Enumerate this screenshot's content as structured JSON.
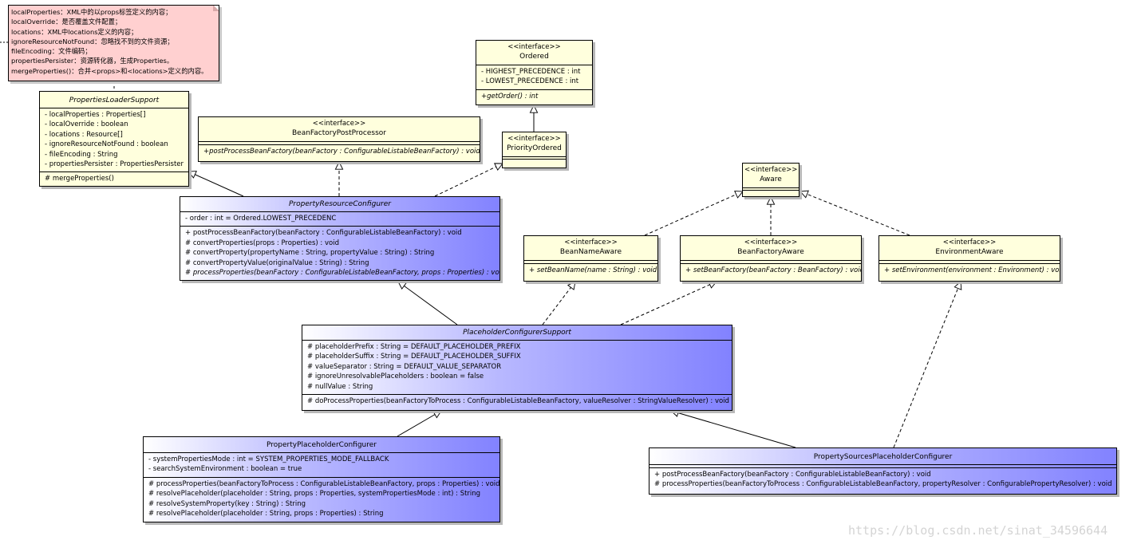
{
  "note": {
    "lines": [
      "localProperties：XML中的以props标签定义的内容；",
      "localOverride：是否覆盖文件配置；",
      "locations：XML中locations定义的内容；",
      "ignoreResourceNotFound：忽略找不到的文件资源；",
      "fileEncoding：文件编码；",
      "propertiesPersister：资源转化器，生成Properties。",
      "mergeProperties()：合并<props>和<locations>定义的内容。"
    ]
  },
  "classes": {
    "ordered": {
      "stereotype": "<<interface>>",
      "name": "Ordered",
      "attributes": [
        "- HIGHEST_PRECEDENCE : int",
        "- LOWEST_PRECEDENCE : int"
      ],
      "operations": [
        "+getOrder() : int"
      ]
    },
    "priority_ordered": {
      "stereotype": "<<interface>>",
      "name": "PriorityOrdered"
    },
    "properties_loader_support": {
      "name": "PropertiesLoaderSupport",
      "attributes": [
        "- localProperties : Properties[]",
        "- localOverride : boolean",
        "- locations : Resource[]",
        "- ignoreResourceNotFound : boolean",
        "- fileEncoding : String",
        "- propertiesPersister : PropertiesPersister"
      ],
      "operations": [
        "# mergeProperties()"
      ]
    },
    "bean_factory_post_processor": {
      "stereotype": "<<interface>>",
      "name": "BeanFactoryPostProcessor",
      "operations": [
        "+postProcessBeanFactory(beanFactory : ConfigurableListableBeanFactory) : void"
      ]
    },
    "property_resource_configurer": {
      "name": "PropertyResourceConfigurer",
      "attributes": [
        "- order : int = Ordered.LOWEST_PRECEDENC"
      ],
      "operations": [
        "+ postProcessBeanFactory(beanFactory : ConfigurableListableBeanFactory) : void",
        "# convertProperties(props : Properties) : void",
        "# convertProperty(propertyName : String, propertyValue : String) : String",
        "# convertPropertyValue(originalValue : String) : String",
        "# processProperties(beanFactory : ConfigurableListableBeanFactory, props : Properties) : void"
      ]
    },
    "aware": {
      "stereotype": "<<interface>>",
      "name": "Aware"
    },
    "bean_name_aware": {
      "stereotype": "<<interface>>",
      "name": "BeanNameAware",
      "operations": [
        "+ setBeanName(name : String) : void"
      ]
    },
    "bean_factory_aware": {
      "stereotype": "<<interface>>",
      "name": "BeanFactoryAware",
      "operations": [
        "+ setBeanFactory(beanFactory : BeanFactory) : void"
      ]
    },
    "environment_aware": {
      "stereotype": "<<interface>>",
      "name": "EnvironmentAware",
      "operations": [
        "+ setEnvironment(environment : Environment) : void"
      ]
    },
    "placeholder_configurer_support": {
      "name": "PlaceholderConfigurerSupport",
      "attributes": [
        "# placeholderPrefix : String = DEFAULT_PLACEHOLDER_PREFIX",
        "# placeholderSuffix : String = DEFAULT_PLACEHOLDER_SUFFIX",
        "# valueSeparator : String = DEFAULT_VALUE_SEPARATOR",
        "# ignoreUnresolvablePlaceholders : boolean = false",
        "# nullValue : String"
      ],
      "operations": [
        "# doProcessProperties(beanFactoryToProcess : ConfigurableListableBeanFactory, valueResolver : StringValueResolver) : void"
      ]
    },
    "property_placeholder_configurer": {
      "name": "PropertyPlaceholderConfigurer",
      "attributes": [
        "- systemPropertiesMode : int = SYSTEM_PROPERTIES_MODE_FALLBACK",
        "- searchSystemEnvironment : boolean = true"
      ],
      "operations": [
        "# processProperties(beanFactoryToProcess : ConfigurableListableBeanFactory, props : Properties) : void",
        "# resolvePlaceholder(placeholder : String, props : Properties, systemPropertiesMode : int) : String",
        "# resolveSystemProperty(key : String) : String",
        "# resolvePlaceholder(placeholder : String, props : Properties) : String"
      ]
    },
    "property_sources_placeholder_configurer": {
      "name": "PropertySourcesPlaceholderConfigurer",
      "operations": [
        "+ postProcessBeanFactory(beanFactory : ConfigurableListableBeanFactory) : void",
        "# processProperties(beanFactoryToProcess : ConfigurableListableBeanFactory, propertyResolver : ConfigurablePropertyResolver) : void"
      ]
    }
  },
  "watermark": "https://blog.csdn.net/sinat_34596644",
  "colors": {
    "interface_fill": "#ffffdd",
    "class_fill_end": "#8282ff",
    "note_fill": "#ffd0d0",
    "line": "#000000"
  }
}
